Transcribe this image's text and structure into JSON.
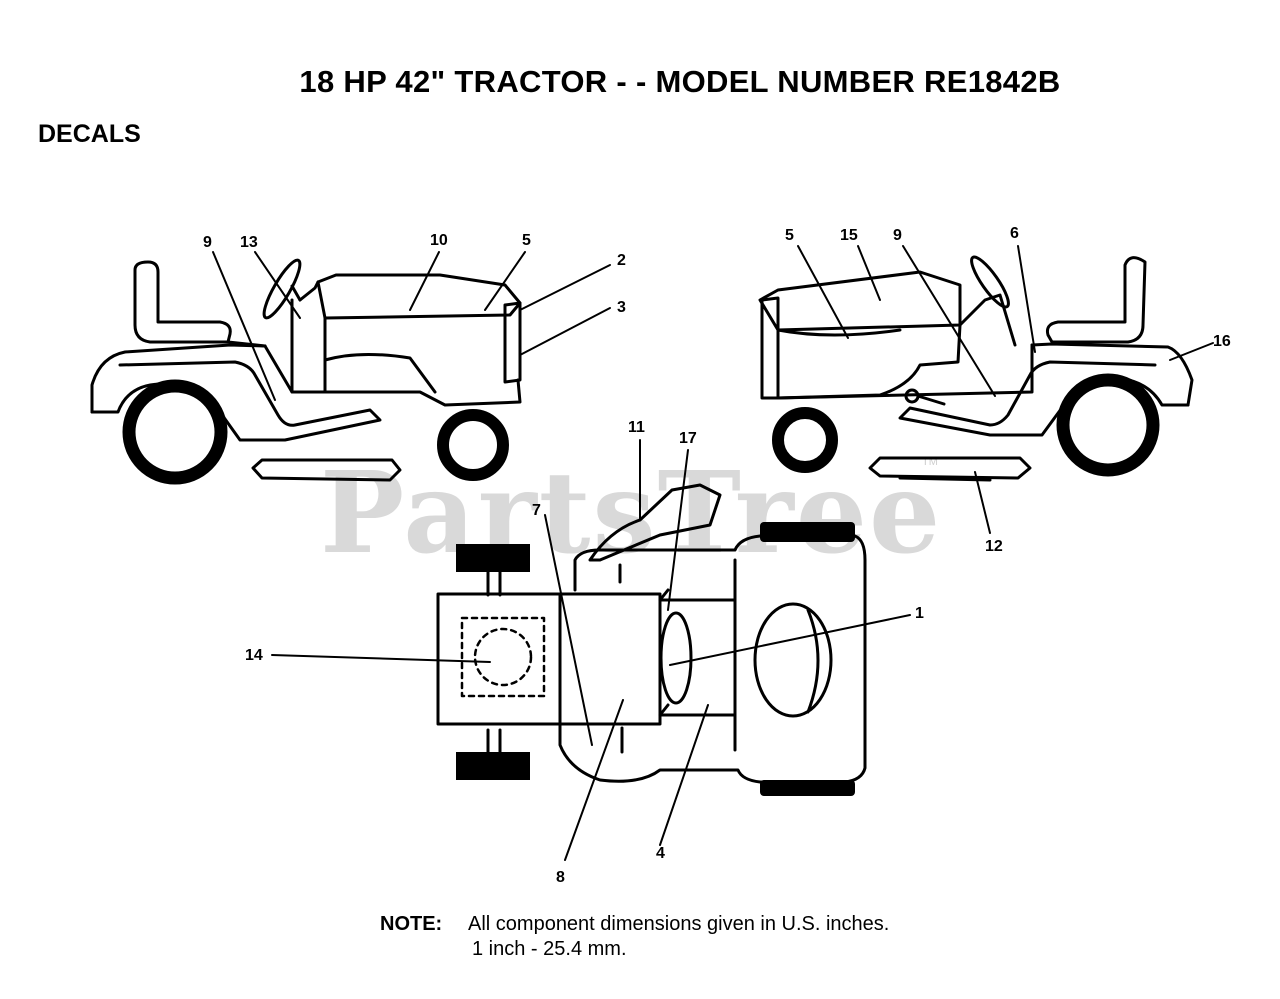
{
  "title": "18 HP 42\" TRACTOR - - MODEL NUMBER RE1842B",
  "section": "DECALS",
  "watermark": "PartsTree",
  "watermark_tm": "TM",
  "callouts": {
    "left_view": [
      "9",
      "13",
      "10",
      "5",
      "2",
      "3"
    ],
    "right_view": [
      "5",
      "15",
      "9",
      "6",
      "16",
      "12"
    ],
    "top_view": [
      "11",
      "17",
      "7",
      "14",
      "1",
      "4",
      "8"
    ]
  },
  "note": {
    "label": "NOTE:",
    "line1": "All component dimensions given in U.S. inches.",
    "line2": "1 inch - 25.4 mm."
  }
}
